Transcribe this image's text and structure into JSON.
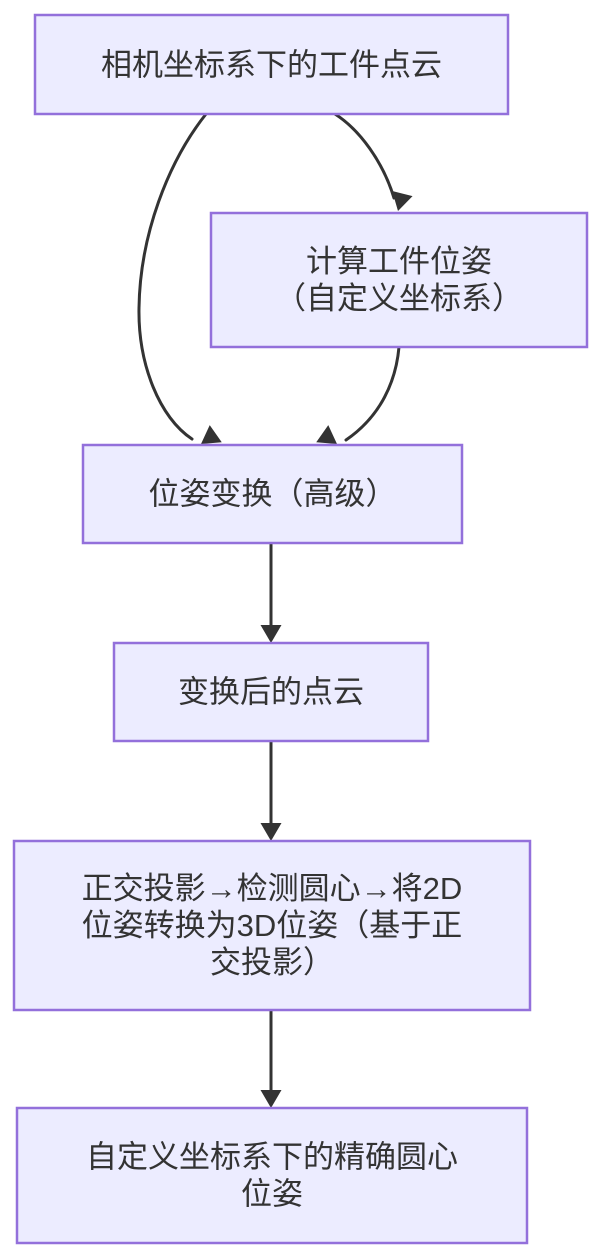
{
  "diagram": {
    "type": "flowchart",
    "direction": "top-down",
    "background_color": "#ffffff",
    "node_fill_color": "#ECECFF",
    "node_border_color": "#9370DB",
    "text_color": "#333333",
    "arrow_color": "#333333",
    "nodes": [
      {
        "id": "camera-pointcloud",
        "label": "相机坐标系下的工件点云",
        "lines": [
          "相机坐标系下的工件点云"
        ]
      },
      {
        "id": "compute-pose",
        "label": "计算工件位姿（自定义坐标系）",
        "lines": [
          "计算工件位姿",
          "（自定义坐标系）"
        ]
      },
      {
        "id": "pose-transform",
        "label": "位姿变换（高级）",
        "lines": [
          "位姿变换（高级）"
        ]
      },
      {
        "id": "transformed-pointcloud",
        "label": "变换后的点云",
        "lines": [
          "变换后的点云"
        ]
      },
      {
        "id": "ortho-projection",
        "label": "正交投影→检测圆心→将2D位姿转换为3D位姿（基于正交投影）",
        "lines": [
          "正交投影→检测圆心→将2D",
          "位姿转换为3D位姿（基于正",
          "交投影）"
        ]
      },
      {
        "id": "precise-circle-pose",
        "label": "自定义坐标系下的精确圆心位姿",
        "lines": [
          "自定义坐标系下的精确圆心",
          "位姿"
        ]
      }
    ],
    "edges": [
      {
        "from": "相机坐标系下的工件点云",
        "to": "位姿变换（高级）"
      },
      {
        "from": "相机坐标系下的工件点云",
        "to": "计算工件位姿（自定义坐标系）"
      },
      {
        "from": "计算工件位姿（自定义坐标系）",
        "to": "位姿变换（高级）"
      },
      {
        "from": "位姿变换（高级）",
        "to": "变换后的点云"
      },
      {
        "from": "变换后的点云",
        "to": "正交投影→检测圆心→将2D位姿转换为3D位姿（基于正交投影）"
      },
      {
        "from": "正交投影→检测圆心→将2D位姿转换为3D位姿（基于正交投影）",
        "to": "自定义坐标系下的精确圆心位姿"
      }
    ]
  }
}
